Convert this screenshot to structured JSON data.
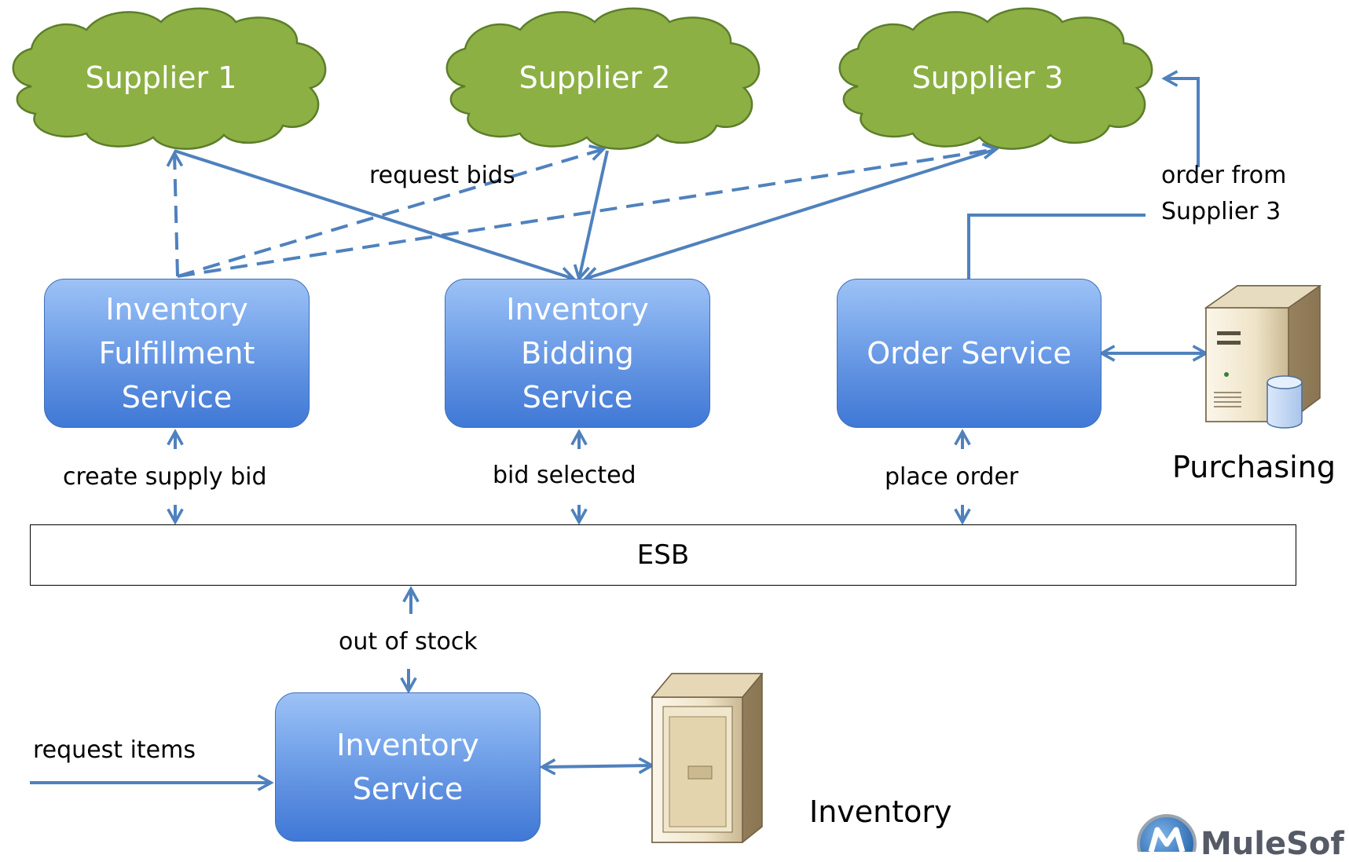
{
  "clouds": [
    {
      "id": "supplier-1",
      "label": "Supplier 1"
    },
    {
      "id": "supplier-2",
      "label": "Supplier 2"
    },
    {
      "id": "supplier-3",
      "label": "Supplier 3"
    }
  ],
  "services": {
    "fulfillment": [
      "Inventory",
      "Fulfillment",
      "Service"
    ],
    "bidding": [
      "Inventory",
      "Bidding",
      "Service"
    ],
    "order": [
      "Order Service"
    ],
    "inventory": [
      "Inventory",
      "Service"
    ]
  },
  "labels": {
    "request_bids": "request bids",
    "order_from": [
      "order from",
      "Supplier 3"
    ],
    "create_supply_bid": "create supply bid",
    "bid_selected": "bid selected",
    "place_order": "place order",
    "out_of_stock": "out of stock",
    "request_items": "request items"
  },
  "esb": "ESB",
  "nodes": {
    "purchasing": "Purchasing",
    "inventory": "Inventory"
  },
  "logo": "MuleSof",
  "colors": {
    "arrow": "#4f81bd",
    "cloud_fill": "#8db045",
    "cloud_stroke": "#5c7e2a"
  }
}
